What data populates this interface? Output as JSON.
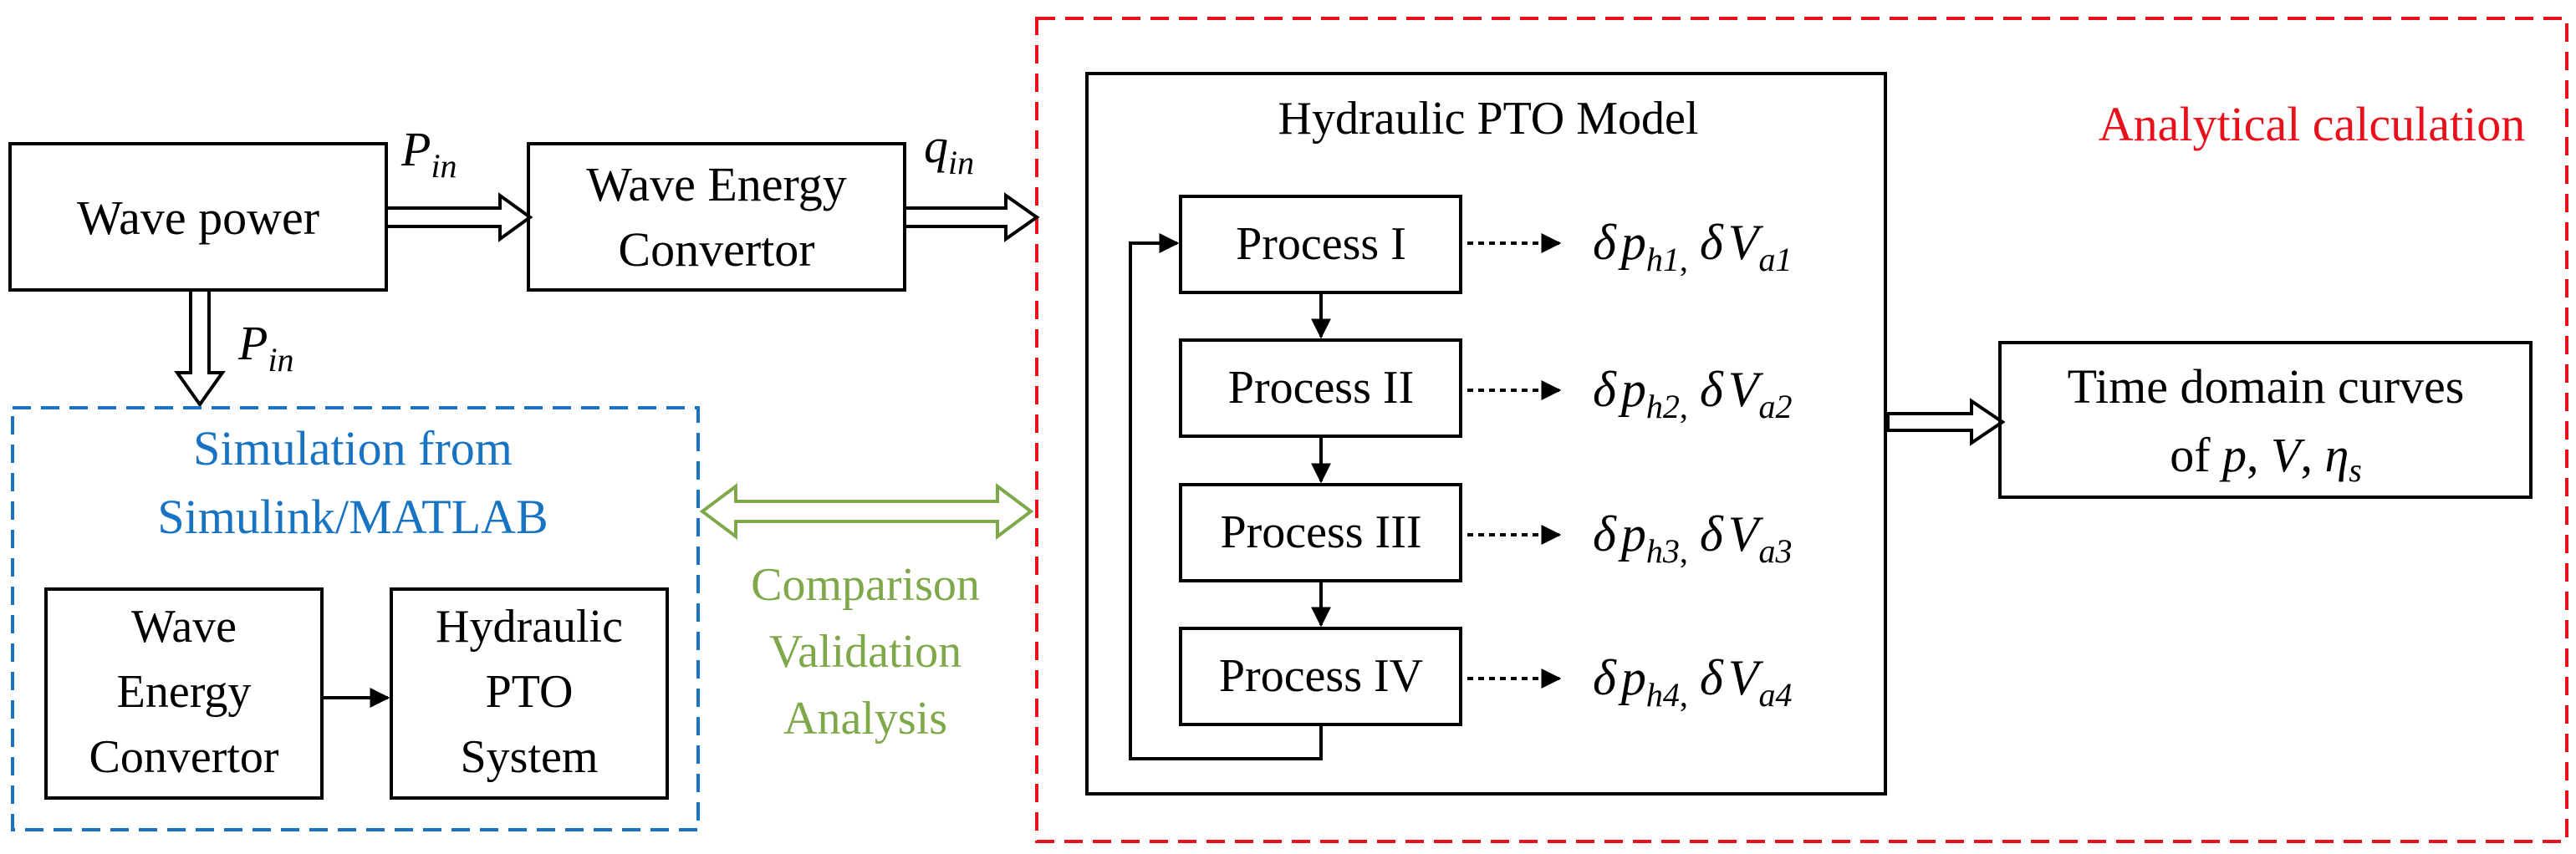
{
  "colors": {
    "black": "#000000",
    "analytical_red": "#e8111b",
    "simulation_blue": "#1874c3",
    "comparison_green": "#7fa84a"
  },
  "wave_power": {
    "label": "Wave power"
  },
  "p_in_top": {
    "symbol": "P",
    "subscript": "in"
  },
  "p_in_down": {
    "symbol": "P",
    "subscript": "in"
  },
  "wec": {
    "line1": "Wave Energy",
    "line2": "Convertor"
  },
  "q_in": {
    "symbol": "q",
    "subscript": "in"
  },
  "analytical": {
    "title": "Analytical calculation",
    "model_title": "Hydraulic PTO Model",
    "processes": [
      {
        "label": "Process I",
        "out_p_sub": "h1",
        "out_v_sub": "a1"
      },
      {
        "label": "Process II",
        "out_p_sub": "h2",
        "out_v_sub": "a2"
      },
      {
        "label": "Process III",
        "out_p_sub": "h3",
        "out_v_sub": "a3"
      },
      {
        "label": "Process IV",
        "out_p_sub": "h4",
        "out_v_sub": "a4"
      }
    ],
    "delta": "δ",
    "p_symbol": "p",
    "v_symbol": "V",
    "subscript_comma": ","
  },
  "time_domain": {
    "line1": "Time domain curves",
    "line2_prefix": "of",
    "var1": "p",
    "var2": "V",
    "var3": "η",
    "var3_sub": "s",
    "sep": ","
  },
  "simulation": {
    "title_line1": "Simulation from",
    "title_line2": "Simulink/MATLAB",
    "wec_lines": [
      "Wave",
      "Energy",
      "Convertor"
    ],
    "pto_lines": [
      "Hydraulic",
      "PTO",
      "System"
    ]
  },
  "comparison": {
    "lines": [
      "Comparison",
      "Validation",
      "Analysis"
    ]
  }
}
